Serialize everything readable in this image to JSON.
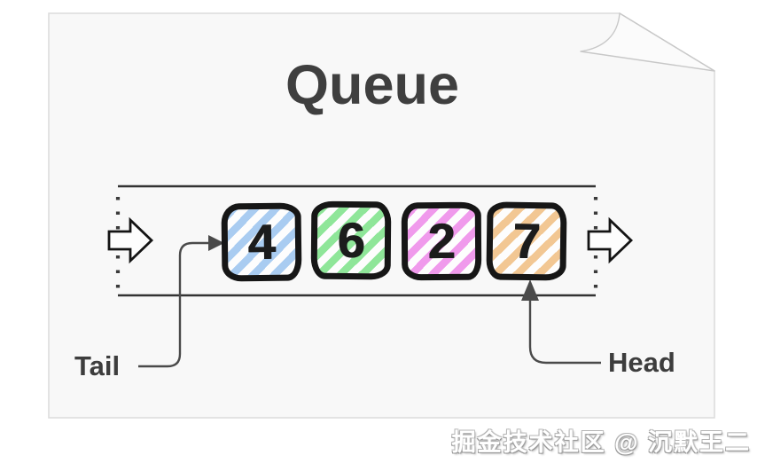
{
  "title": "Queue",
  "queue": {
    "items": [
      {
        "value": "4",
        "hatch_color": "#a9ccf1"
      },
      {
        "value": "6",
        "hatch_color": "#8fe699"
      },
      {
        "value": "2",
        "hatch_color": "#f09aec"
      },
      {
        "value": "7",
        "hatch_color": "#f2c793"
      }
    ],
    "enqueue_side_label": "Tail",
    "dequeue_side_label": "Head"
  },
  "pointers": {
    "tail_label": "Tail",
    "head_label": "Head"
  },
  "watermark": "掘金技术社区 @ 沉默王二",
  "colors": {
    "card_bg": "#f8f8f8",
    "card_border": "#dcdcdc",
    "frame_line": "#333333",
    "pointer_line": "#4a4a4a",
    "box_border": "#161616",
    "title_text": "#3f3f3f"
  }
}
